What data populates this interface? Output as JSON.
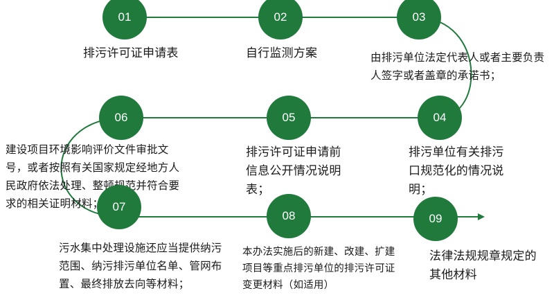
{
  "colors": {
    "accent": "#1f7a3c",
    "text": "#1a1a1a"
  },
  "steps": [
    {
      "num": "01",
      "text": "排污许可证申请表"
    },
    {
      "num": "02",
      "text": "自行监测方案"
    },
    {
      "num": "03",
      "text": "由排污单位法定代表人或者主要负责人签字或者盖章的承诺书；"
    },
    {
      "num": "04",
      "text": "排污单位有关排污口规范化的情况说明；"
    },
    {
      "num": "05",
      "text": "排污许可证申请前信息公开情况说明表；"
    },
    {
      "num": "06",
      "text": "建设项目环境影响评价文件审批文号，或者按照有关国家规定经地方人民政府依法处理、整顿规范并符合要求的相关证明材料；"
    },
    {
      "num": "07",
      "text": "污水集中处理设施还应当提供纳污范围、纳污排污单位名单、管网布置、最终排放去向等材料；"
    },
    {
      "num": "08",
      "text": "本办法实施后的新建、改建、扩建项目等重点排污单位的排污许可证变更材料（如适用）"
    },
    {
      "num": "09",
      "text": "法律法规规章规定的其他材料"
    }
  ]
}
